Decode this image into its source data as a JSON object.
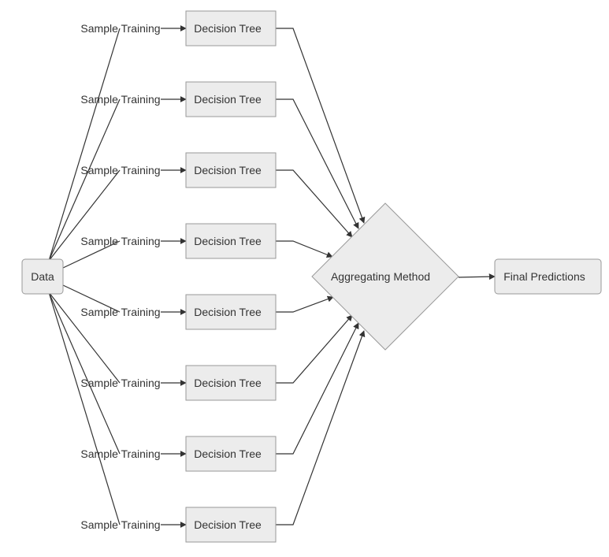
{
  "nodes": {
    "data": "Data",
    "aggregator": "Aggregating Method",
    "final": "Final Predictions",
    "trees": [
      "Decision Tree",
      "Decision Tree",
      "Decision Tree",
      "Decision Tree",
      "Decision Tree",
      "Decision Tree",
      "Decision Tree",
      "Decision Tree"
    ]
  },
  "edge_labels": [
    "Sample Training",
    "Sample Training",
    "Sample Training",
    "Sample Training",
    "Sample Training",
    "Sample Training",
    "Sample Training",
    "Sample Training"
  ],
  "colors": {
    "node_fill": "#ececec",
    "node_stroke": "#999999",
    "edge": "#333333",
    "text": "#333333"
  }
}
